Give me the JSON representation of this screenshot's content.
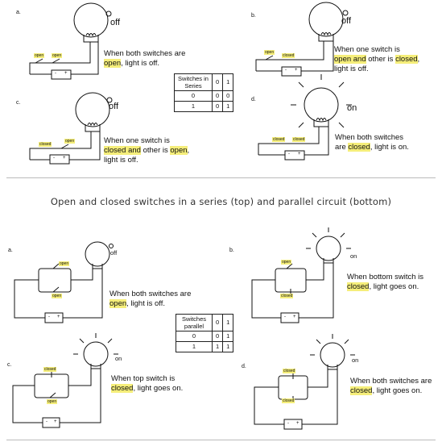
{
  "series": {
    "panels": [
      {
        "letter": "a.",
        "state": "off",
        "switch_labels": [
          "open",
          "open"
        ],
        "text": [
          {
            "t": "When both switches are",
            "h": false
          },
          {
            "t": "open",
            "h": true
          },
          {
            "t": ", light is off.",
            "h": false
          }
        ]
      },
      {
        "letter": "b.",
        "state": "off",
        "switch_labels": [
          "open",
          "closed"
        ],
        "text": [
          {
            "t": "When one switch is",
            "h": false
          },
          {
            "t": "open and",
            "h": true
          },
          {
            "t": " other is ",
            "h": false
          },
          {
            "t": "closed",
            "h": true
          },
          {
            "t": ",",
            "h": false
          },
          {
            "t": "light is off.",
            "h": false
          }
        ]
      },
      {
        "letter": "c.",
        "state": "off",
        "switch_labels": [
          "closed",
          "open"
        ],
        "text": [
          {
            "t": "When one switch is",
            "h": false
          },
          {
            "t": "closed and",
            "h": true
          },
          {
            "t": " other is ",
            "h": false
          },
          {
            "t": "open",
            "h": true
          },
          {
            "t": ",",
            "h": false
          },
          {
            "t": "light is off.",
            "h": false
          }
        ]
      },
      {
        "letter": "d.",
        "state": "on",
        "switch_labels": [
          "closed",
          "closed"
        ],
        "text": [
          {
            "t": "When both switches",
            "h": false
          },
          {
            "t": "are ",
            "h": false
          },
          {
            "t": "closed",
            "h": true
          },
          {
            "t": ", light is on.",
            "h": false
          }
        ]
      }
    ],
    "table": {
      "header": [
        "Switches in Series",
        "0",
        "1"
      ],
      "rows": [
        [
          "0",
          "0",
          "0"
        ],
        [
          "1",
          "0",
          "1"
        ]
      ]
    }
  },
  "caption": "Open and closed switches in a series (top) and parallel circuit (bottom)",
  "parallel": {
    "panels": [
      {
        "letter": "a.",
        "state": "off",
        "switch_labels": [
          "open",
          "open"
        ],
        "text": [
          {
            "t": "When both switches are",
            "h": false
          },
          {
            "t": "open",
            "h": true
          },
          {
            "t": ", light is off.",
            "h": false
          }
        ]
      },
      {
        "letter": "b.",
        "state": "on",
        "switch_labels": [
          "open",
          "closed"
        ],
        "text": [
          {
            "t": "When bottom switch is",
            "h": false
          },
          {
            "t": "closed",
            "h": true
          },
          {
            "t": ", light goes on.",
            "h": false
          }
        ]
      },
      {
        "letter": "c.",
        "state": "on",
        "switch_labels": [
          "closed",
          "open"
        ],
        "text": [
          {
            "t": "When top switch is",
            "h": false
          },
          {
            "t": "closed",
            "h": true
          },
          {
            "t": ", light goes on.",
            "h": false
          }
        ]
      },
      {
        "letter": "d.",
        "state": "on",
        "switch_labels": [
          "closed",
          "closed"
        ],
        "text": [
          {
            "t": "When both switches are",
            "h": false
          },
          {
            "t": "closed",
            "h": true
          },
          {
            "t": ", light goes on.",
            "h": false
          }
        ]
      }
    ],
    "table": {
      "header": [
        "Switches parallel",
        "0",
        "1"
      ],
      "rows": [
        [
          "0",
          "0",
          "1"
        ],
        [
          "1",
          "1",
          "1"
        ]
      ]
    }
  },
  "battery_signs": {
    "minus": "-",
    "plus": "+"
  },
  "bulb_words": {
    "on": "on",
    "off": "off"
  }
}
